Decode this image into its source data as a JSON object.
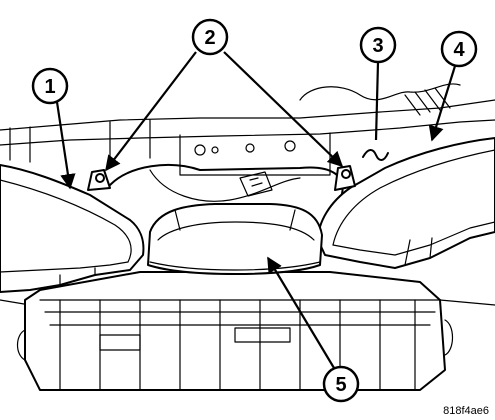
{
  "callouts": {
    "c1": "1",
    "c2": "2",
    "c3": "3",
    "c4": "4",
    "c5": "5"
  },
  "figure_id": "818f4ae6"
}
